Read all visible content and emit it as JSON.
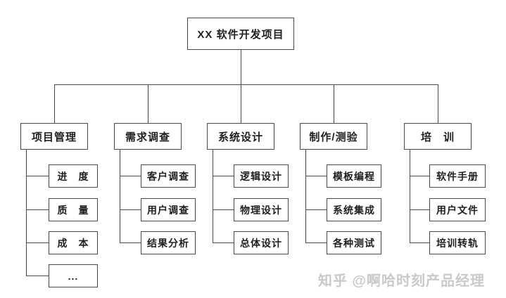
{
  "tree": {
    "root": "XX 软件开发项目",
    "branches": [
      {
        "label": "项目管理",
        "children": [
          "进　度",
          "质　量",
          "成　本",
          "..."
        ]
      },
      {
        "label": "需求调查",
        "children": [
          "客户调查",
          "用户调查",
          "结果分析"
        ]
      },
      {
        "label": "系统设计",
        "children": [
          "逻辑设计",
          "物理设计",
          "总体设计"
        ]
      },
      {
        "label": "制作/测验",
        "children": [
          "模板编程",
          "系统集成",
          "各种测试"
        ]
      },
      {
        "label": "培　训",
        "children": [
          "软件手册",
          "用户文件",
          "培训转轨"
        ]
      }
    ]
  },
  "watermark": {
    "text": "知乎 @啊哈时刻产品经理"
  },
  "colors": {
    "line": "#4a4a4a",
    "box_border": "#4a4a4a",
    "box_background": "#ffffff",
    "text": "#1f1f1f",
    "watermark_text": "#c9c9c9",
    "background": "#ffffff"
  }
}
